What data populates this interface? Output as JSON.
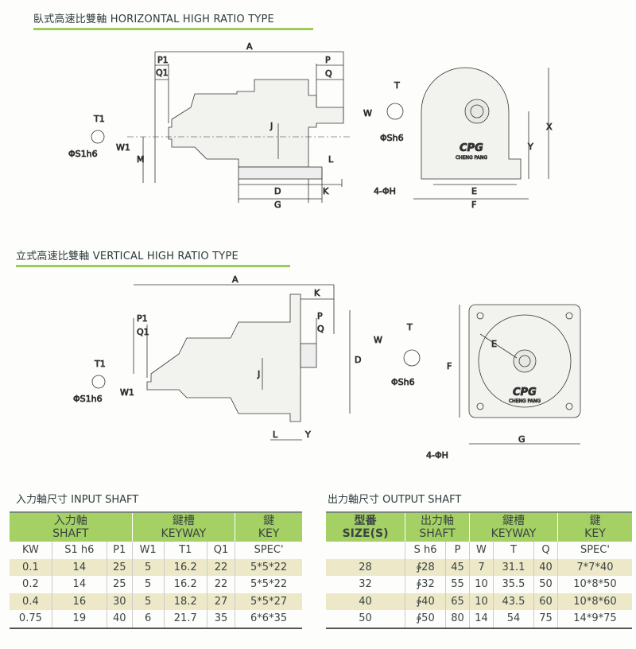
{
  "horizontal": {
    "title": "臥式高速比雙軸 HORIZONTAL HIGH RATIO TYPE",
    "labels": {
      "A": "A",
      "P1": "P1",
      "Q1": "Q1",
      "P": "P",
      "Q": "Q",
      "J": "J",
      "M": "M",
      "L": "L",
      "D": "D",
      "K": "K",
      "G": "G",
      "T1": "T1",
      "W1": "W1",
      "S1": "ΦS1h6",
      "T": "T",
      "W": "W",
      "Sh": "ΦSh6",
      "X": "X",
      "Y": "Y",
      "E": "E",
      "F": "F",
      "H": "4-ΦH"
    },
    "logo": {
      "brand": "CPG",
      "name": "CHENG PANG"
    }
  },
  "vertical": {
    "title": "立式高速比雙軸 VERTICAL HIGH RATIO TYPE",
    "labels": {
      "A": "A",
      "K": "K",
      "P1": "P1",
      "Q1": "Q1",
      "P": "P",
      "Q": "Q",
      "J": "J",
      "D": "D",
      "T1": "T1",
      "W1": "W1",
      "S1": "ΦS1h6",
      "L": "L",
      "Y": "Y",
      "W": "W",
      "T": "T",
      "Sh": "ΦSh6",
      "E": "E",
      "F": "F",
      "G": "G",
      "H": "4-ΦH"
    },
    "logo": {
      "brand": "CPG",
      "name": "CHENG PANG"
    }
  },
  "input_shaft": {
    "title": "入力軸尺寸  INPUT SHAFT",
    "groups": [
      {
        "zh": "入力軸",
        "en": "SHAFT"
      },
      {
        "zh": "鍵槽",
        "en": "KEYWAY"
      },
      {
        "zh": "鍵",
        "en": "KEY"
      }
    ],
    "columns": [
      "KW",
      "S1 h6",
      "P1",
      "W1",
      "T1",
      "Q1",
      "SPEC'"
    ],
    "rows": [
      [
        "0.1",
        "14",
        "25",
        "5",
        "16.2",
        "22",
        "5*5*22"
      ],
      [
        "0.2",
        "14",
        "25",
        "5",
        "16.2",
        "22",
        "5*5*22"
      ],
      [
        "0.4",
        "16",
        "30",
        "5",
        "18.2",
        "27",
        "5*5*27"
      ],
      [
        "0.75",
        "19",
        "40",
        "6",
        "21.7",
        "35",
        "6*6*35"
      ]
    ]
  },
  "output_shaft": {
    "title": "出力軸尺寸  OUTPUT SHAFT",
    "size_header": {
      "zh": "型番",
      "en": "SIZE(S)"
    },
    "groups": [
      {
        "zh": "出力軸",
        "en": "SHAFT"
      },
      {
        "zh": "鍵槽",
        "en": "KEYWAY"
      },
      {
        "zh": "鍵",
        "en": "KEY"
      }
    ],
    "columns": [
      "",
      "S h6",
      "P",
      "W",
      "T",
      "Q",
      "SPEC'"
    ],
    "rows": [
      [
        "28",
        "∲28",
        "45",
        "7",
        "31.1",
        "40",
        "7*7*40"
      ],
      [
        "32",
        "∲32",
        "55",
        "10",
        "35.5",
        "50",
        "10*8*50"
      ],
      [
        "40",
        "∲40",
        "65",
        "10",
        "43.5",
        "60",
        "10*8*60"
      ],
      [
        "50",
        "∲50",
        "80",
        "14",
        "54",
        "75",
        "14*9*75"
      ]
    ]
  }
}
